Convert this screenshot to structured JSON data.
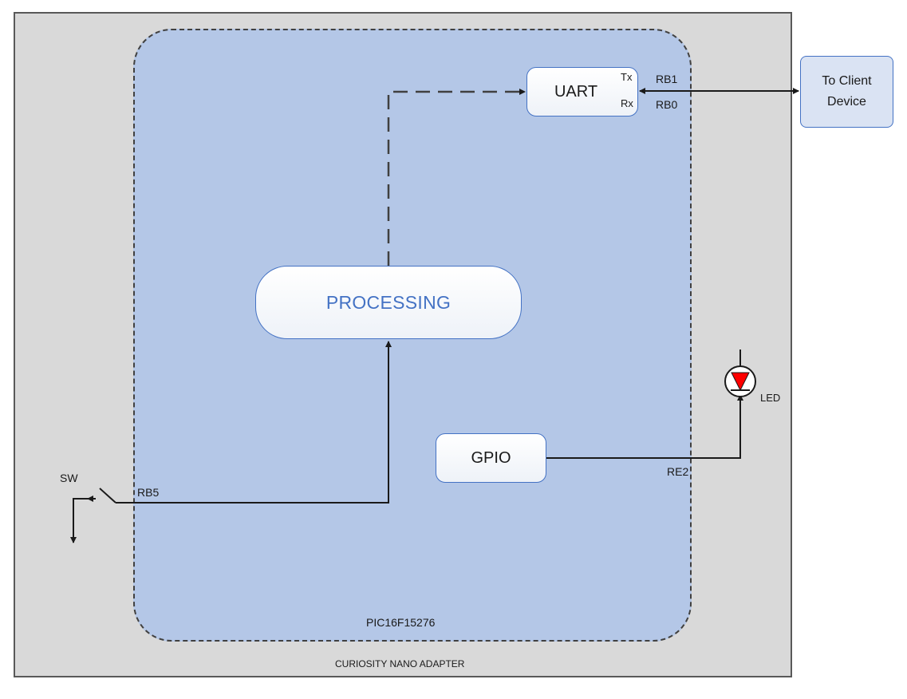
{
  "board": {
    "label": "CURIOSITY NANO ADAPTER"
  },
  "mcu": {
    "label": "PIC16F15276"
  },
  "blocks": {
    "uart": "UART",
    "processing": "PROCESSING",
    "gpio": "GPIO"
  },
  "client": {
    "line1": "To Client",
    "line2": "Device"
  },
  "pins": {
    "tx": "Tx",
    "rx": "Rx",
    "rb1": "RB1",
    "rb0": "RB0",
    "rb5": "RB5",
    "re2": "RE2"
  },
  "components": {
    "switch": "SW",
    "led": "LED"
  },
  "colors": {
    "board_fill": "#d9d9d9",
    "mcu_fill": "#b4c7e7",
    "block_border": "#4472c4",
    "processing_text": "#4472c4",
    "led_red": "#ff0000",
    "client_fill": "#dae3f3"
  }
}
